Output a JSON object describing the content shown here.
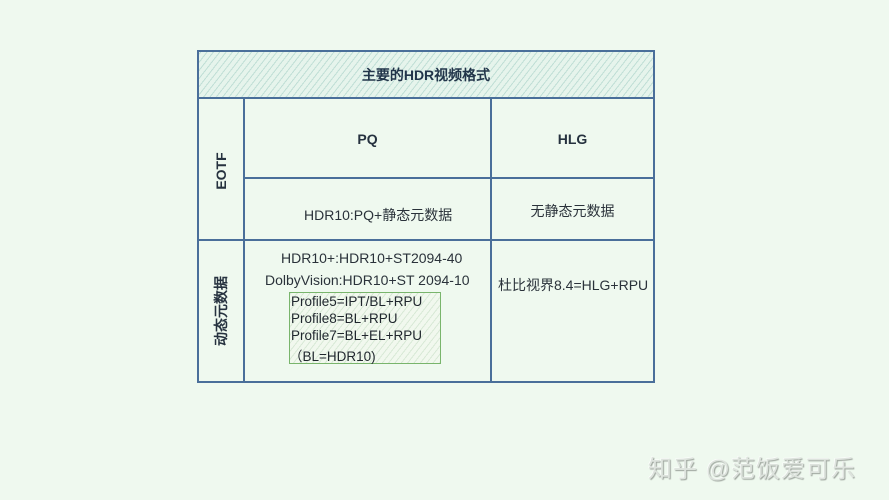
{
  "table": {
    "title": "主要的HDR视频格式",
    "row_headers": {
      "eotf": "EOTF",
      "dynamic_metadata": "动态元数据"
    },
    "columns": {
      "pq": {
        "header": "PQ",
        "static_cell": "HDR10:PQ+静态元数据",
        "dynamic_lines": [
          "HDR10+:HDR10+ST2094-40",
          "DolbyVision:HDR10+ST 2094-10"
        ],
        "profiles": [
          "Profile5=IPT/BL+RPU",
          "Profile8=BL+RPU",
          "Profile7=BL+EL+RPU",
          "（BL=HDR10)"
        ]
      },
      "hlg": {
        "header": "HLG",
        "static_cell": "无静态元数据",
        "dynamic_cell": "杜比视界8.4=HLG+RPU"
      }
    }
  },
  "watermark": "知乎 @范饭爱可乐",
  "colors": {
    "background": "#eff9ef",
    "grid_line": "#4a6f9a",
    "profile_border": "#79b56c",
    "title_text": "#22354a"
  }
}
